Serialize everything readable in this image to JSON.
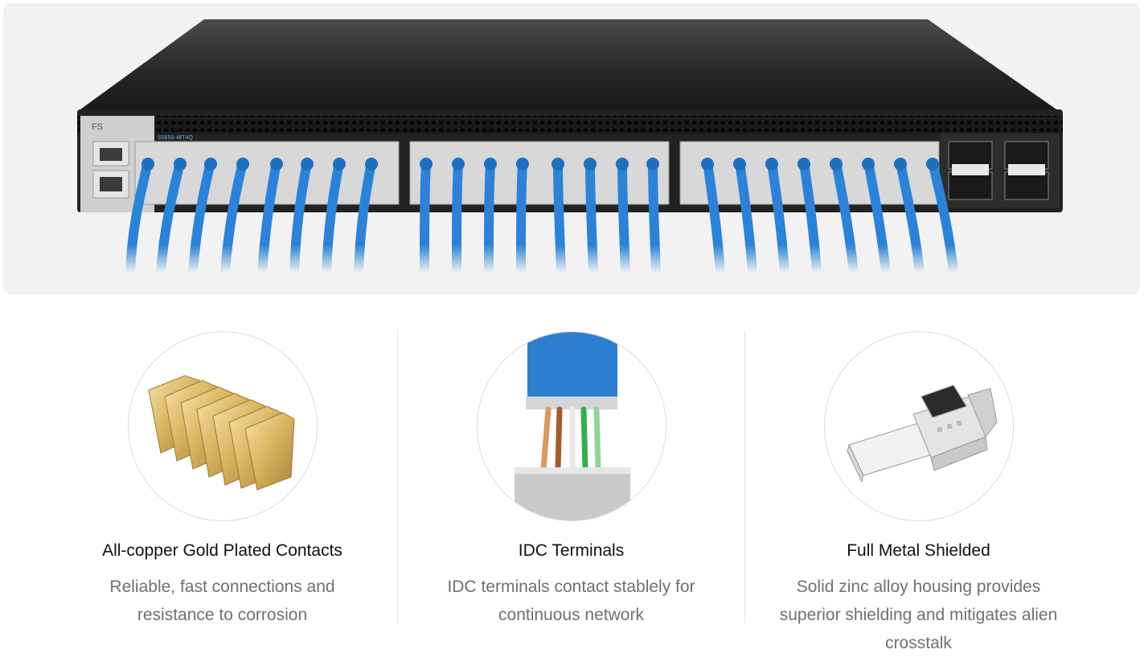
{
  "hero": {
    "device_brand": "FS",
    "device_model": "S5850-48T4Q"
  },
  "features": [
    {
      "title": "All-copper Gold Plated Contacts",
      "desc": "Reliable, fast connections and resistance to corrosion",
      "icon": "gold-contacts-icon"
    },
    {
      "title": "IDC Terminals",
      "desc": "IDC terminals contact stablely for continuous network",
      "icon": "idc-terminal-icon"
    },
    {
      "title": "Full Metal Shielded",
      "desc": "Solid zinc alloy housing provides superior shielding and mitigates alien crosstalk",
      "icon": "shielded-connector-icon"
    }
  ],
  "colors": {
    "cable_blue": "#2a83d8",
    "switch_body": "#1f1f1f",
    "title_text": "#111111",
    "desc_text": "#707070"
  }
}
